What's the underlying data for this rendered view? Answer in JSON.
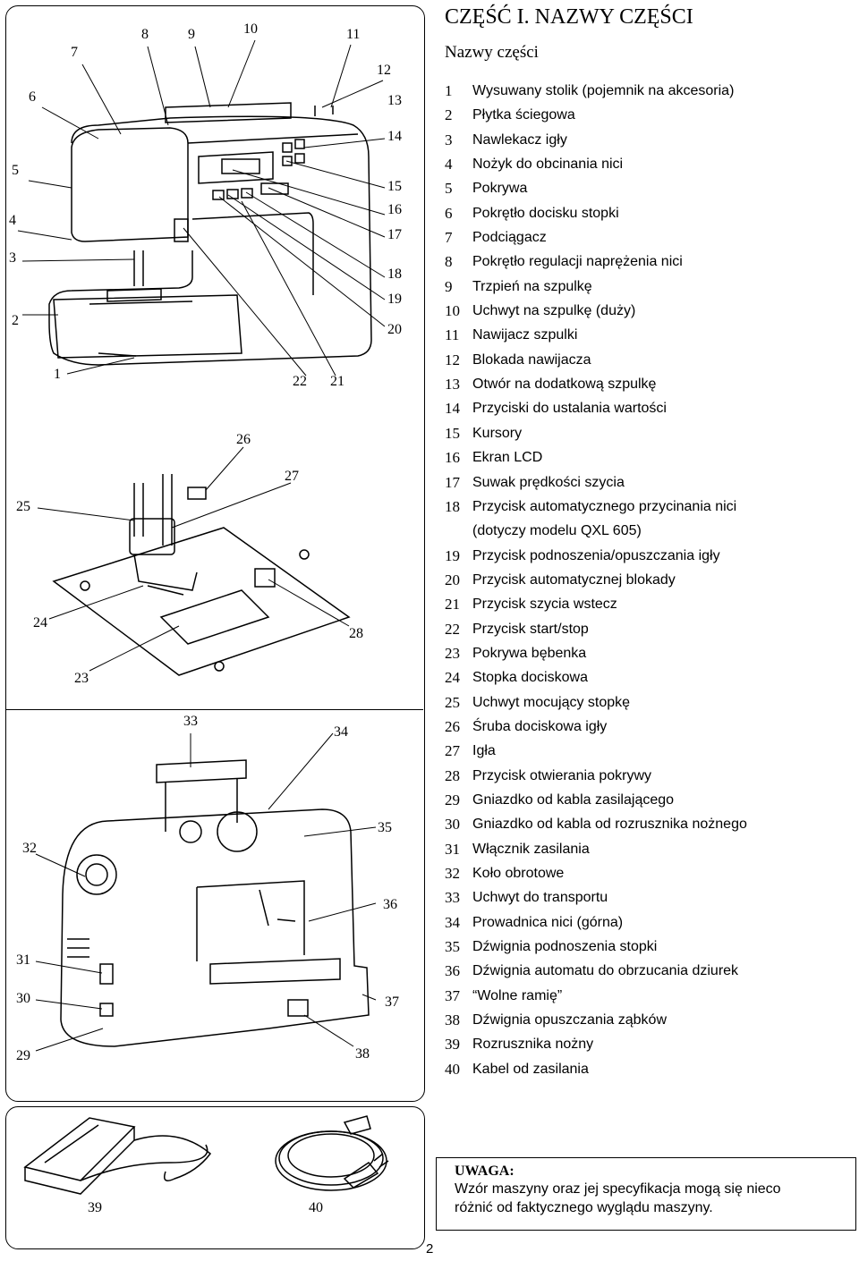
{
  "header": {
    "title": "CZĘŚĆ I. NAZWY CZĘŚCI",
    "subtitle": "Nazwy części"
  },
  "parts": [
    {
      "num": "1",
      "label": "Wysuwany stolik (pojemnik na akcesoria)"
    },
    {
      "num": "2",
      "label": "Płytka ściegowa"
    },
    {
      "num": "3",
      "label": "Nawlekacz igły"
    },
    {
      "num": "4",
      "label": "Nożyk do obcinania nici"
    },
    {
      "num": "5",
      "label": "Pokrywa"
    },
    {
      "num": "6",
      "label": "Pokrętło docisku stopki"
    },
    {
      "num": "7",
      "label": "Podciągacz"
    },
    {
      "num": "8",
      "label": "Pokrętło regulacji naprężenia nici"
    },
    {
      "num": "9",
      "label": "Trzpień na szpulkę"
    },
    {
      "num": "10",
      "label": "Uchwyt na szpulkę (duży)"
    },
    {
      "num": "11",
      "label": "Nawijacz szpulki"
    },
    {
      "num": "12",
      "label": "Blokada nawijacza"
    },
    {
      "num": "13",
      "label": "Otwór na dodatkową szpulkę"
    },
    {
      "num": "14",
      "label": "Przyciski do ustalania wartości"
    },
    {
      "num": "15",
      "label": "Kursory"
    },
    {
      "num": "16",
      "label": "Ekran LCD"
    },
    {
      "num": "17",
      "label": "Suwak prędkości szycia"
    },
    {
      "num": "18",
      "label": "Przycisk automatycznego przycinania nici",
      "cont": "(dotyczy modelu QXL 605)"
    },
    {
      "num": "19",
      "label": "Przycisk podnoszenia/opuszczania igły"
    },
    {
      "num": "20",
      "label": "Przycisk automatycznej blokady"
    },
    {
      "num": "21",
      "label": "Przycisk szycia wstecz"
    },
    {
      "num": "22",
      "label": "Przycisk start/stop"
    },
    {
      "num": "23",
      "label": "Pokrywa bębenka"
    },
    {
      "num": "24",
      "label": "Stopka dociskowa"
    },
    {
      "num": "25",
      "label": "Uchwyt mocujący stopkę"
    },
    {
      "num": "26",
      "label": "Śruba dociskowa igły"
    },
    {
      "num": "27",
      "label": "Igła"
    },
    {
      "num": "28",
      "label": "Przycisk otwierania pokrywy"
    },
    {
      "num": "29",
      "label": "Gniazdko od kabla zasilającego"
    },
    {
      "num": "30",
      "label": "Gniazdko od kabla od rozrusznika nożnego"
    },
    {
      "num": "31",
      "label": "Włącznik zasilania"
    },
    {
      "num": "32",
      "label": "Koło obrotowe"
    },
    {
      "num": "33",
      "label": "Uchwyt do transportu"
    },
    {
      "num": "34",
      "label": "Prowadnica nici (górna)"
    },
    {
      "num": "35",
      "label": "Dźwignia podnoszenia stopki"
    },
    {
      "num": "36",
      "label": "Dźwignia automatu do obrzucania dziurek"
    },
    {
      "num": "37",
      "label": "“Wolne ramię”"
    },
    {
      "num": "38",
      "label": "Dźwignia opuszczania ząbków"
    },
    {
      "num": "39",
      "label": "Rozrusznika nożny"
    },
    {
      "num": "40",
      "label": "Kabel od zasilania"
    }
  ],
  "callouts": {
    "c1": "1",
    "c2": "2",
    "c3": "3",
    "c4": "4",
    "c5": "5",
    "c6": "6",
    "c7": "7",
    "c8": "8",
    "c9": "9",
    "c10": "10",
    "c11": "11",
    "c12": "12",
    "c13": "13",
    "c14": "14",
    "c15": "15",
    "c16": "16",
    "c17": "17",
    "c18": "18",
    "c19": "19",
    "c20": "20",
    "c21": "21",
    "c22": "22",
    "c23": "23",
    "c24": "24",
    "c25": "25",
    "c26": "26",
    "c27": "27",
    "c28": "28",
    "c29": "29",
    "c30": "30",
    "c31": "31",
    "c32": "32",
    "c33": "33",
    "c34": "34",
    "c35": "35",
    "c36": "36",
    "c37": "37",
    "c38": "38",
    "c39": "39",
    "c40": "40"
  },
  "note": {
    "title": "UWAGA:",
    "line1": "Wzór maszyny oraz jej specyfikacja mogą się nieco",
    "line2": "różnić od faktycznego wyglądu maszyny."
  },
  "page_number": "2"
}
